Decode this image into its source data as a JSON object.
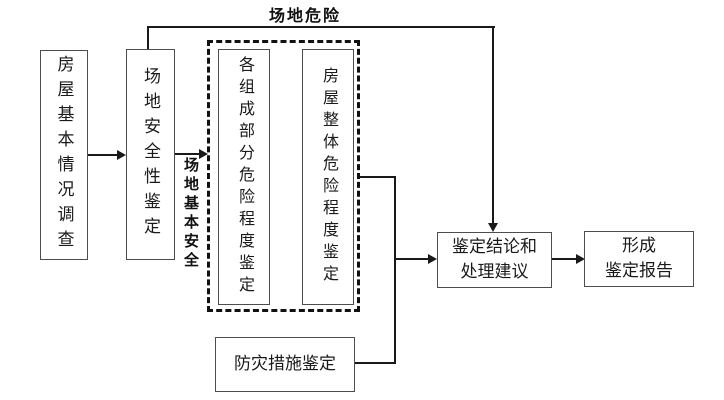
{
  "diagram": {
    "labels": {
      "site_danger": "场地危险",
      "site_basic_safety": "场地基本安全"
    },
    "boxes": {
      "survey": "房屋基本情况调查",
      "site_safety": "场地安全性鉴定",
      "component_danger": "各组成部分危险程度鉴定",
      "overall_danger": "房屋整体危险程度鉴定",
      "disaster_prevention": "防灾措施鉴定",
      "conclusion_line1": "鉴定结论和",
      "conclusion_line2": "处理建议",
      "report_line1": "形成",
      "report_line2": "鉴定报告"
    },
    "colors": {
      "line": "#1a1a1a",
      "box_border": "#4d4d4d",
      "dashed_border": "#111111",
      "background": "#ffffff"
    }
  }
}
